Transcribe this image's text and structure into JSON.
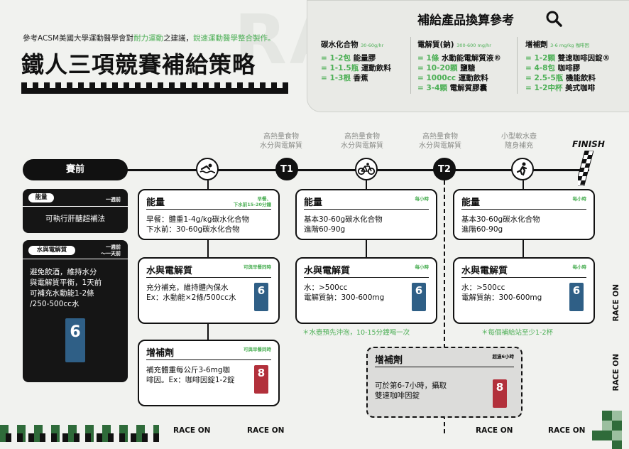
{
  "header": {
    "ref_prefix": "參考ACSM美國大學運動醫學會對",
    "ref_green1": "耐力運動",
    "ref_mid": "之建議，",
    "ref_green2": "銳速運動醫學整合製作。",
    "title": "鐵人三項競賽補給策略"
  },
  "panel": {
    "title": "補給產品換算參考",
    "columns": [
      {
        "head": "碳水化合物",
        "unit": "30-60g/hr",
        "rows": [
          {
            "qty": "1-2包",
            "name": "能量膠"
          },
          {
            "qty": "1-1.5瓶",
            "name": "運動飲料"
          },
          {
            "qty": "1-3根",
            "name": "香蕉"
          }
        ]
      },
      {
        "head": "電解質(鈉)",
        "unit": "300-600 mg/hr",
        "rows": [
          {
            "qty": "1條",
            "name": "水動能電解質液®"
          },
          {
            "qty": "10-20顆",
            "name": "鹽糖"
          },
          {
            "qty": "1000cc",
            "name": "運動飲料"
          },
          {
            "qty": "3-4顆",
            "name": "電解質膠囊"
          }
        ]
      },
      {
        "head": "增補劑",
        "unit": "3-6 mg/kg 咖啡因",
        "rows": [
          {
            "qty": "1-2顆",
            "name": "雙速咖啡因錠®"
          },
          {
            "qty": "4-8包",
            "name": "咖啡膠"
          },
          {
            "qty": "2.5-5瓶",
            "name": "機能飲料"
          },
          {
            "qty": "1-2中杯",
            "name": "美式咖啡"
          }
        ]
      }
    ]
  },
  "timeline": {
    "pre": "賽前",
    "t1": "T1",
    "t2": "T2",
    "finish": "FINISH",
    "tip1": [
      "高熱量食物",
      "水分與電解質"
    ],
    "tip2": [
      "高熱量食物",
      "水分與電解質"
    ],
    "tip3": [
      "高熱量食物",
      "水分與電解質"
    ],
    "tip4": [
      "小型軟水壺",
      "隨身補充"
    ]
  },
  "left": {
    "energy_pill": "能量",
    "energy_time": "一週前",
    "energy_body": "可執行肝醣超補法",
    "water_pill": "水與電解質",
    "water_time": [
      "一週前",
      "～一天前"
    ],
    "water_body": [
      "避免飲酒，維持水分",
      "與電解質平衡，1天前",
      "可補充水動能1-2條",
      "/250-500cc水"
    ]
  },
  "cards": {
    "pre_energy": {
      "title": "能量",
      "sub": [
        "早餐、",
        "下水前15-20分鐘"
      ],
      "body": [
        "早餐：體重1-4g/kg碳水化合物",
        "下水前：30-60g碳水化合物"
      ]
    },
    "pre_water": {
      "title": "水與電解質",
      "sub": [
        "可與早餐同時"
      ],
      "body": [
        "充分補充，維持體內保水",
        "Ex：水動能×2條/500cc水"
      ]
    },
    "pre_supp": {
      "title": "增補劑",
      "sub": [
        "可與早餐同時"
      ],
      "body": [
        "補充體重每公斤3-6mg咖",
        "啡因。Ex：咖啡因錠1-2錠"
      ]
    },
    "bike_energy": {
      "title": "能量",
      "sub": [
        "每小時"
      ],
      "body": [
        "基本30-60g碳水化合物",
        "進階60-90g"
      ]
    },
    "bike_water": {
      "title": "水與電解質",
      "sub": [
        "每小時"
      ],
      "body": [
        "水：>500cc",
        "電解質鈉：300-600mg"
      ]
    },
    "run_energy": {
      "title": "能量",
      "sub": [
        "每小時"
      ],
      "body": [
        "基本30-60g碳水化合物",
        "進階60-90g"
      ]
    },
    "run_water": {
      "title": "水與電解質",
      "sub": [
        "每小時"
      ],
      "body": [
        "水：>500cc",
        "電解質鈉：300-600mg"
      ]
    },
    "run_supp": {
      "title": "增補劑",
      "sub": [
        "超過6小時"
      ],
      "body": [
        "可於第6-7小時，攝取",
        "雙速咖啡因錠"
      ]
    }
  },
  "notes": {
    "bike": "＊水壺預先沖泡，10-15分鐘喝一次",
    "run": "＊每個補給站至少1-2杯"
  },
  "product_labels": {
    "blue": "6",
    "red": "8"
  },
  "race_on": "RACE ON",
  "colors": {
    "accent": "#4caf55",
    "dark": "#111111",
    "product_blue": "#2f5f86",
    "product_red": "#b2303b"
  },
  "icons": [
    "search-icon",
    "swim-icon",
    "bike-icon",
    "run-icon",
    "finish-flag-icon"
  ]
}
